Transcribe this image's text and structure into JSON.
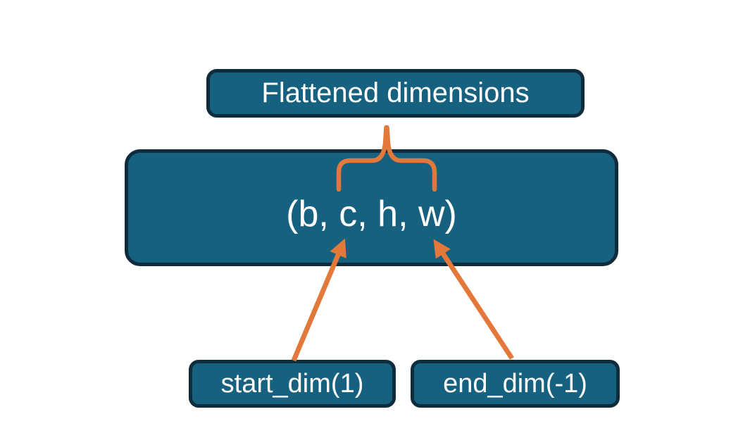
{
  "colors": {
    "background": "#ffffff",
    "box_fill": "#176180",
    "box_border": "#0e2c3c",
    "accent": "#e2793b",
    "text": "#ffffff"
  },
  "boxes": {
    "flattened": {
      "label": "Flattened dimensions"
    },
    "tensor": {
      "label": "(b, c, h, w)"
    },
    "start_dim": {
      "label": "start_dim(1)"
    },
    "end_dim": {
      "label": "end_dim(-1)"
    }
  },
  "graphics": {
    "brace": "curly-brace-pointing-up-over-c-h-w",
    "start_arrow": "arrow-from-start-dim-to-c",
    "end_arrow": "arrow-from-end-dim-to-w"
  }
}
